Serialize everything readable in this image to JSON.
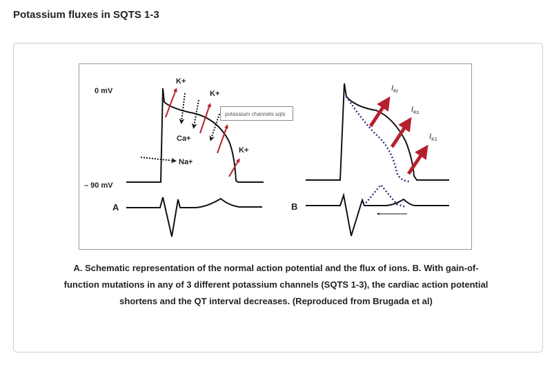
{
  "title": "Potassium fluxes in SQTS 1-3",
  "figure": {
    "left": {
      "zero_label": "0 mV",
      "neg_label": "– 90 mV",
      "panel": "A",
      "k1": "K+",
      "k2": "K+",
      "k3": "K+",
      "ca": "Ca+",
      "na": "Na+",
      "tooltip": "potassium channels sqts"
    },
    "right": {
      "panel": "B",
      "ikr": "Kr",
      "iks": "Ks",
      "ik1": "K1",
      "i": "I"
    },
    "colors": {
      "arrow": "#b5202e",
      "dotted": "#2e2e7a"
    }
  },
  "caption": "A. Schematic representation of the normal action potential and the flux of ions. B. With gain-of-function mutations in any of 3 different potassium channels (SQTS 1-3), the cardiac action potential shortens and the QT interval decreases. (Reproduced from Brugada et al)"
}
